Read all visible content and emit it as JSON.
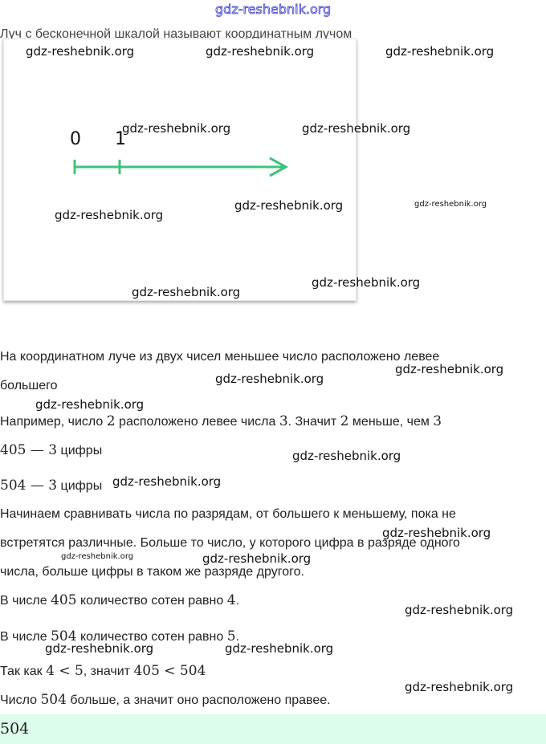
{
  "watermark": "gdz-reshebnik.org",
  "intro": "Луч с бесконечной шкалой называют координатным лучом",
  "figure": {
    "ticks": [
      "0",
      "1"
    ],
    "line_color": "#3cc47c"
  },
  "rule": [
    "На координатном луче из двух чисел меньшее число расположено левее",
    "большего"
  ],
  "example": [
    "Например, число ",
    "2",
    " расположено левее числа ",
    "3",
    ". Значит ",
    "2",
    " меньше, чем ",
    "3"
  ],
  "digits1": [
    "405 — 3",
    " цифры"
  ],
  "digits2": [
    "504 — 3",
    " цифры"
  ],
  "method": [
    "Начинаем сравнивать числа по разрядам, от большего к меньшему, пока не",
    "встретятся различные. Больше то число, у которого цифра в разряде одного",
    "числа, больше цифры в таком же разряде другого."
  ],
  "hundreds1": [
    "В числе ",
    "405",
    " количество сотен равно ",
    "4",
    "."
  ],
  "hundreds2": [
    "В числе ",
    "504",
    " количество сотен равно ",
    "5",
    "."
  ],
  "compare": [
    "Так как ",
    "4 < 5",
    ", значит ",
    "405 < 504"
  ],
  "final": [
    "Число ",
    "504",
    " больше, а значит оно расположено правее."
  ],
  "answer": "504",
  "colors": {
    "answer_bg": "#dcfcec",
    "accent": "#3cc47c"
  }
}
